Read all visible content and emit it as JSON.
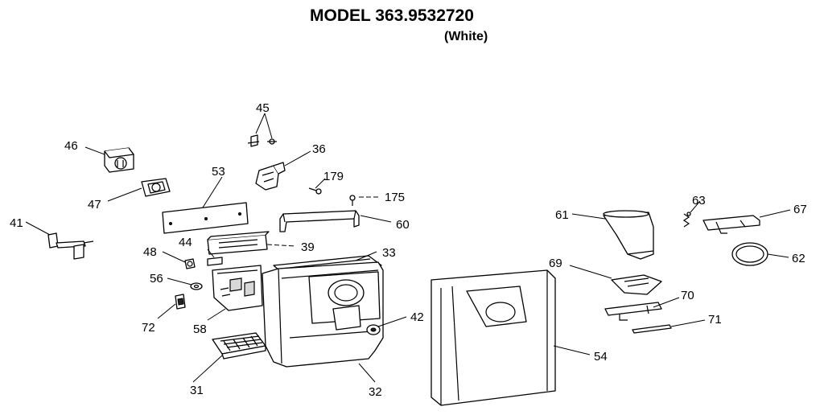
{
  "title": "MODEL 363.9532720",
  "subtitle": "(White)",
  "callouts": {
    "p31": "31",
    "p32": "32",
    "p33": "33",
    "p36": "36",
    "p39": "39",
    "p41": "41",
    "p42": "42",
    "p44": "44",
    "p45": "45",
    "p46": "46",
    "p47": "47",
    "p48": "48",
    "p53": "53",
    "p54": "54",
    "p56": "56",
    "p58": "58",
    "p60": "60",
    "p61": "61",
    "p62": "62",
    "p63": "63",
    "p67": "67",
    "p69": "69",
    "p70": "70",
    "p71": "71",
    "p72": "72",
    "p175": "175",
    "p179": "179"
  }
}
